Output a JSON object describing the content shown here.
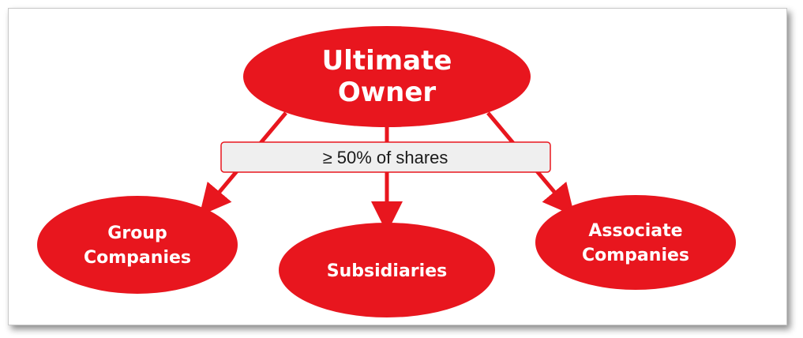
{
  "diagram": {
    "root": {
      "line1": "Ultimate",
      "line2": "Owner"
    },
    "edge_label": "≥ 50% of shares",
    "children": [
      {
        "line1": "Group",
        "line2": "Companies"
      },
      {
        "line1": "Subsidiaries"
      },
      {
        "line1": "Associate",
        "line2": "Companies"
      }
    ],
    "colors": {
      "node_fill": "#e8161e",
      "arrow": "#e8161e",
      "label_fill": "#efefef",
      "label_border": "#e8161e"
    }
  }
}
